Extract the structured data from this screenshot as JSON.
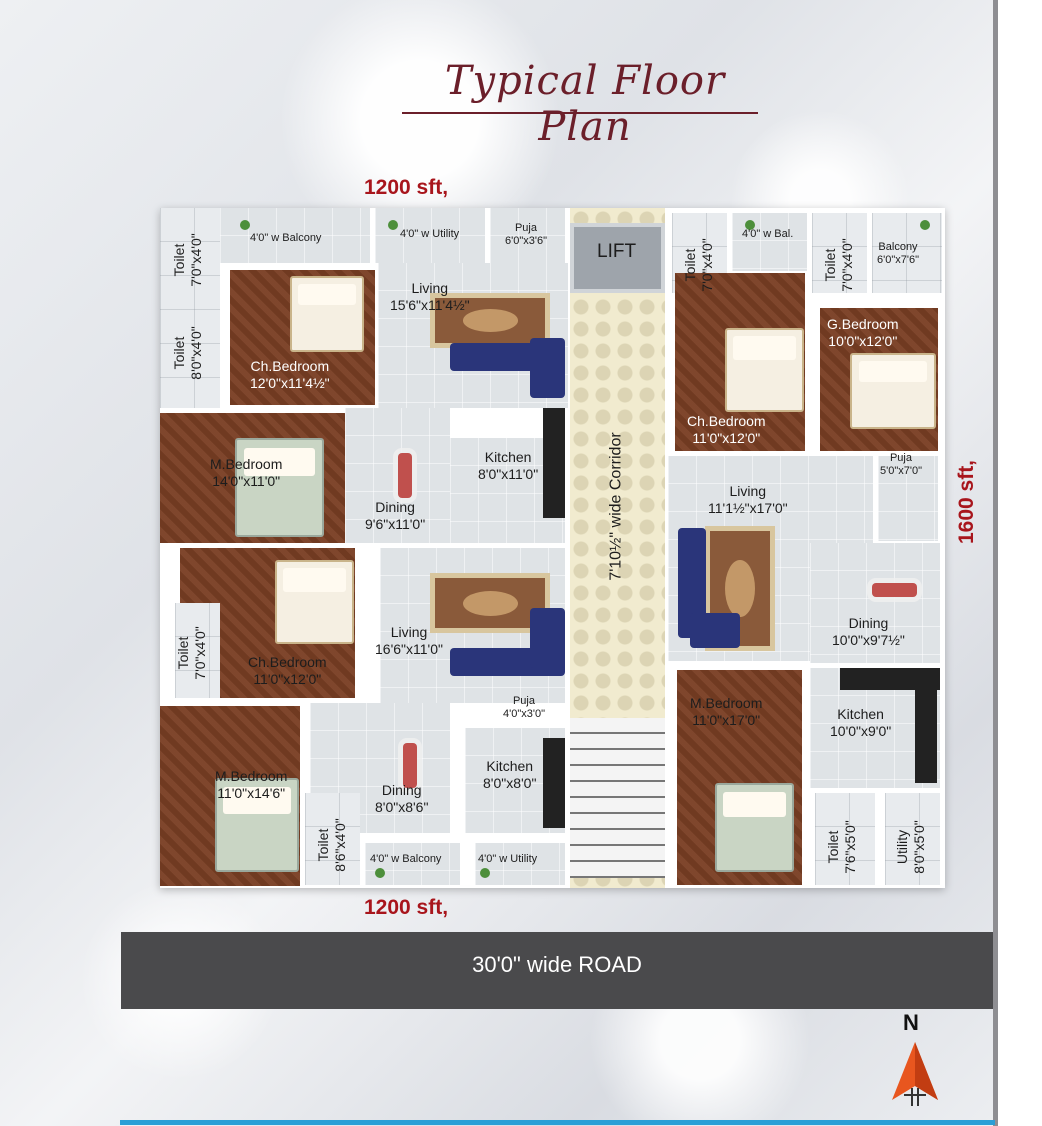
{
  "title": "Typical Floor Plan",
  "area_labels": {
    "top": "1200 sft,",
    "bottom": "1200 sft,",
    "right": "1600 sft,"
  },
  "road": "30'0\" wide ROAD",
  "compass": {
    "letter": "N"
  },
  "corridor": "7'10½\" wide Corridor",
  "lift": "LIFT",
  "rooms": {
    "tl_toilet1": {
      "name": "Toilet",
      "size": "7'0\"x4'0\""
    },
    "tl_balcony": {
      "name": "4'0\" w Balcony"
    },
    "tl_utility": {
      "name": "4'0\" w Utility"
    },
    "tl_puja": {
      "name": "Puja",
      "size": "6'0\"x3'6\""
    },
    "tl_toilet2": {
      "name": "Toilet",
      "size": "8'0\"x4'0\""
    },
    "tl_chbed": {
      "name": "Ch.Bedroom",
      "size": "12'0\"x11'4½\""
    },
    "tl_living": {
      "name": "Living",
      "size": "15'6\"x11'4½\""
    },
    "tl_mbed": {
      "name": "M.Bedroom",
      "size": "14'0\"x11'0\""
    },
    "tl_dining": {
      "name": "Dining",
      "size": "9'6\"x11'0\""
    },
    "tl_kitchen": {
      "name": "Kitchen",
      "size": "8'0\"x11'0\""
    },
    "bl_chbed": {
      "name": "Ch.Bedroom",
      "size": "11'0\"x12'0\""
    },
    "bl_toilet1": {
      "name": "Toilet",
      "size": "7'0\"x4'0\""
    },
    "bl_living": {
      "name": "Living",
      "size": "16'6\"x11'0\""
    },
    "bl_puja": {
      "name": "Puja",
      "size": "4'0\"x3'0\""
    },
    "bl_mbed": {
      "name": "M.Bedroom",
      "size": "11'0\"x14'6\""
    },
    "bl_dining": {
      "name": "Dining",
      "size": "8'0\"x8'6\""
    },
    "bl_kitchen": {
      "name": "Kitchen",
      "size": "8'0\"x8'0\""
    },
    "bl_toilet2": {
      "name": "Toilet",
      "size": "8'6\"x4'0\""
    },
    "bl_balcony": {
      "name": "4'0\" w Balcony"
    },
    "bl_utility": {
      "name": "4'0\" w Utility"
    },
    "r_toilet1": {
      "name": "Toilet",
      "size": "7'0\"x4'0\""
    },
    "r_bal": {
      "name": "4'0\" w Bal."
    },
    "r_toilet2": {
      "name": "Toilet",
      "size": "7'0\"x4'0\""
    },
    "r_balcony": {
      "name": "Balcony",
      "size": "6'0\"x7'6\""
    },
    "r_chbed": {
      "name": "Ch.Bedroom",
      "size": "11'0\"x12'0\""
    },
    "r_gbed": {
      "name": "G.Bedroom",
      "size": "10'0\"x12'0\""
    },
    "r_living": {
      "name": "Living",
      "size": "11'1½\"x17'0\""
    },
    "r_puja": {
      "name": "Puja",
      "size": "5'0\"x7'0\""
    },
    "r_dining": {
      "name": "Dining",
      "size": "10'0\"x9'7½\""
    },
    "r_mbed": {
      "name": "M.Bedroom",
      "size": "11'0\"x17'0\""
    },
    "r_kitchen": {
      "name": "Kitchen",
      "size": "10'0\"x9'0\""
    },
    "r_toilet3": {
      "name": "Toilet",
      "size": "7'6\"x5'0\""
    },
    "r_utility": {
      "name": "Utility",
      "size": "8'0\"x5'0\""
    }
  }
}
